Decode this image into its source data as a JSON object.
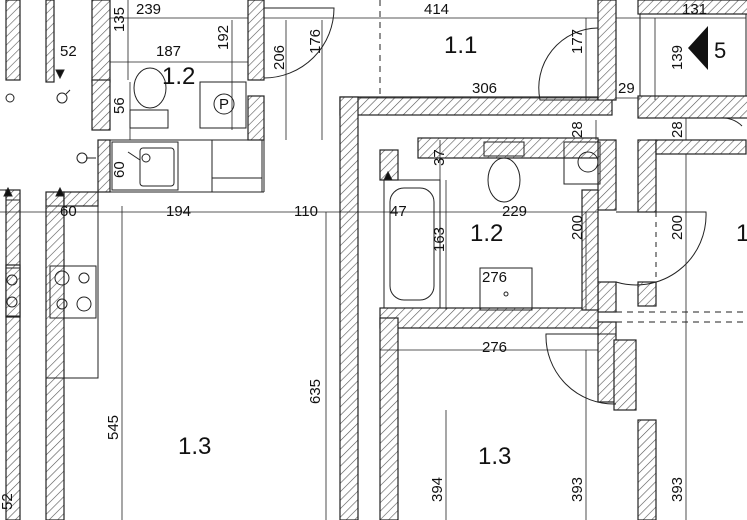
{
  "drawing": {
    "rooms": [
      {
        "id": "r-1-1-top",
        "label": "1.1"
      },
      {
        "id": "r-1-2-left",
        "label": "1.2"
      },
      {
        "id": "r-1-2-right",
        "label": "1.2"
      },
      {
        "id": "r-1-3-left",
        "label": "1.3"
      },
      {
        "id": "r-1-3-right",
        "label": "1.3"
      },
      {
        "id": "r-edge-1",
        "label": "1"
      }
    ],
    "dimensions": {
      "d239": "239",
      "d135": "135",
      "d414": "414",
      "d131": "131",
      "d52": "52",
      "d187": "187",
      "d192": "192",
      "d206": "206",
      "d176": "176",
      "d177": "177",
      "d139": "139",
      "d306": "306",
      "d29": "29",
      "d56": "56",
      "d28a": "28",
      "d28b": "28",
      "d37": "37",
      "d60v": "60",
      "d60h": "60",
      "d194": "194",
      "d110": "110",
      "d47": "47",
      "d229": "229",
      "d200a": "200",
      "d200b": "200",
      "d163": "163",
      "d276a": "276",
      "d276b": "276",
      "d635": "635",
      "d545": "545",
      "d394": "394",
      "d393a": "393",
      "d393b": "393",
      "d52b": "52"
    },
    "section_marker": {
      "label": "5"
    },
    "fixture_labels": {
      "boiler": "P"
    }
  }
}
